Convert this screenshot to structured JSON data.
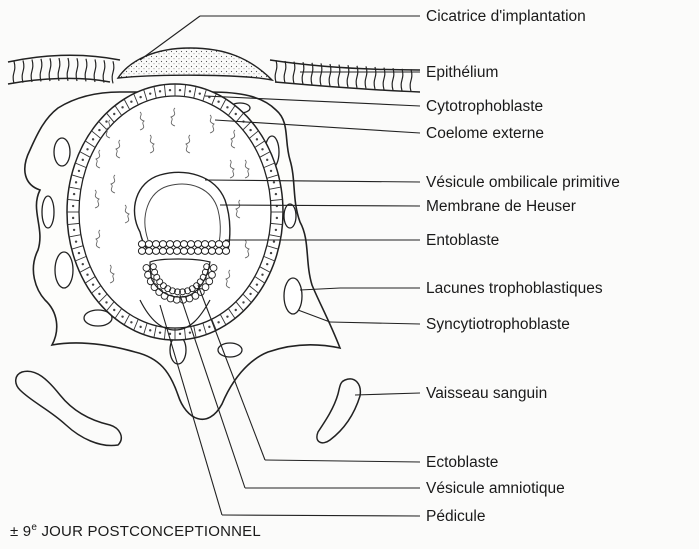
{
  "labels": [
    {
      "id": "cicatrice",
      "text": "Cicatrice d'implantation"
    },
    {
      "id": "epithelium",
      "text": "Epithélium"
    },
    {
      "id": "cytotrophoblaste",
      "text": "Cytotrophoblaste"
    },
    {
      "id": "coelome",
      "text": "Coelome externe"
    },
    {
      "id": "vesicule-ombilicale",
      "text": "Vésicule ombilicale primitive"
    },
    {
      "id": "heuser",
      "text": "Membrane de Heuser"
    },
    {
      "id": "entoblaste",
      "text": "Entoblaste"
    },
    {
      "id": "lacunes",
      "text": "Lacunes trophoblastiques"
    },
    {
      "id": "syncytio",
      "text": "Syncytiotrophoblaste"
    },
    {
      "id": "vaisseau",
      "text": "Vaisseau sanguin"
    },
    {
      "id": "ectoblaste",
      "text": "Ectoblaste"
    },
    {
      "id": "amniotique",
      "text": "Vésicule amniotique"
    },
    {
      "id": "pedicule",
      "text": "Pédicule"
    }
  ],
  "caption": {
    "prefix": "± 9",
    "superscript": "e",
    "suffix": " JOUR POSTCONCEPTIONNEL"
  }
}
